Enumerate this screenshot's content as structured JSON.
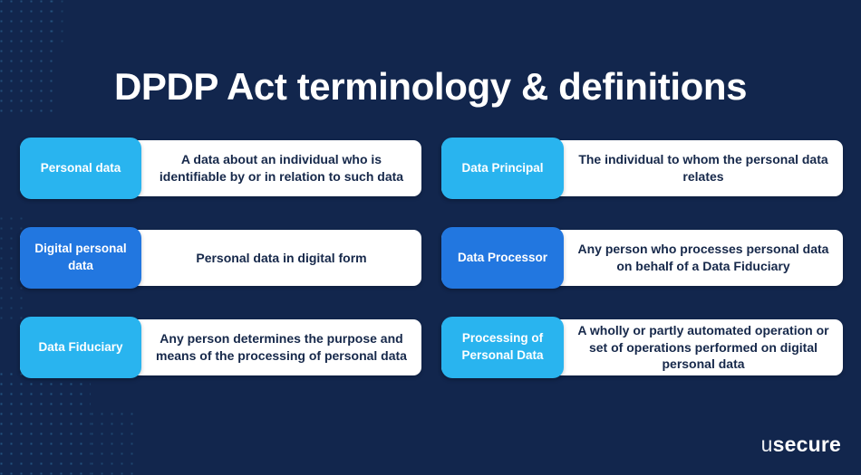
{
  "title": "DPDP Act terminology & definitions",
  "colors": {
    "background": "#12264d",
    "accent_light_blue": "#29b4ef",
    "accent_royal_blue": "#2277e0",
    "card_background": "#ffffff",
    "body_text": "#16284a",
    "dot_pattern": "#2f6f9e"
  },
  "terms": {
    "left": [
      {
        "term": "Personal data",
        "definition": "A data about an individual who is identifiable by or in relation to such data",
        "accent": "light"
      },
      {
        "term": "Digital personal data",
        "definition": "Personal data in digital form",
        "accent": "royal"
      },
      {
        "term": "Data Fiduciary",
        "definition": "Any person determines the purpose and means of the processing of personal data",
        "accent": "light"
      }
    ],
    "right": [
      {
        "term": "Data Principal",
        "definition": "The individual to whom the personal data relates",
        "accent": "light"
      },
      {
        "term": "Data Processor",
        "definition": "Any person who processes personal data on behalf of a Data Fiduciary",
        "accent": "royal"
      },
      {
        "term": "Processing of Personal Data",
        "definition": "A wholly or partly automated operation or set of operations performed on digital personal data",
        "accent": "light"
      }
    ]
  },
  "logo": {
    "prefix": "u",
    "rest": "secure",
    "full": "usecure"
  }
}
